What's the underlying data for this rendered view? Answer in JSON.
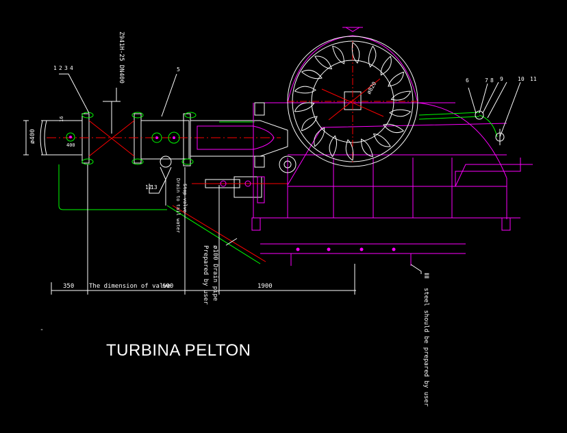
{
  "title": "TURBINA PELTON",
  "labels": {
    "valve_code": "Z941H-25 DN400",
    "drain_pipe": "ø100 Drain pipe",
    "prepared_by_user": "Prepared by user",
    "stop_valve": "Stop valve",
    "drain_to_tail": "Drain to tail water",
    "steel_note": "steel should be prepared by user",
    "steel_sym": "ⅡⅡ",
    "dim_valve_text": "The dimension of valve",
    "dim_350": "350",
    "dim_600": "600",
    "dim_1900": "1900",
    "pipe_dia": "ø400",
    "runner_dia": "ø820",
    "num_1": "1",
    "num_2": "2",
    "num_3": "3",
    "num_4": "4",
    "num_5": "5",
    "num_6": "6",
    "num_7": "7",
    "num_8": "8",
    "num_9": "9",
    "num_10": "10",
    "num_11": "11",
    "num_12": "12",
    "num_13": "13",
    "small_dim": "16",
    "small_dim2": "400",
    "dash": "-"
  },
  "colors": {
    "bg": "#000000",
    "magenta": "#ff00ff",
    "green": "#00ff00",
    "red": "#ff0000",
    "white": "#ffffff",
    "yellow": "#ffff00",
    "cyan": "#00ffff"
  }
}
